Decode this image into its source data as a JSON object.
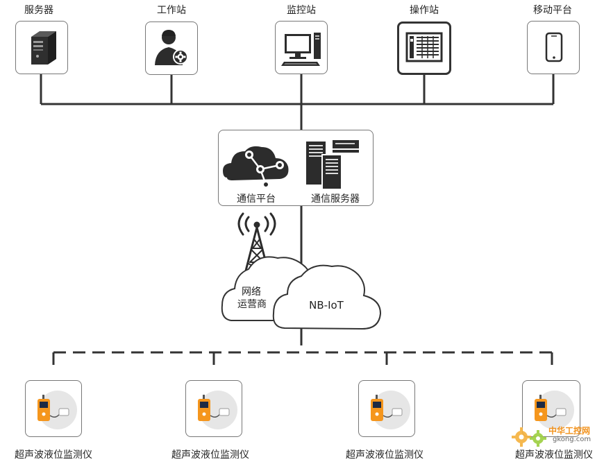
{
  "top_nodes": [
    {
      "label": "服务器",
      "icon": "server-tower-icon"
    },
    {
      "label": "工作站",
      "icon": "user-gear-icon"
    },
    {
      "label": "监控站",
      "icon": "desktop-computer-icon"
    },
    {
      "label": "操作站",
      "icon": "control-panel-icon"
    },
    {
      "label": "移动平台",
      "icon": "smartphone-icon"
    }
  ],
  "platform": {
    "comm_platform_label": "通信平台",
    "comm_server_label": "通信服务器"
  },
  "network": {
    "operator_label_line1": "网络",
    "operator_label_line2": "运营商",
    "nbiot_label": "NB-IoT"
  },
  "sensors": [
    {
      "label": "超声波液位监测仪"
    },
    {
      "label": "超声波液位监测仪"
    },
    {
      "label": "超声波液位监测仪"
    },
    {
      "label": "超声波液位监测仪"
    }
  ],
  "watermark": {
    "line1": "中华工控网",
    "line2": "gkong.com"
  },
  "colors": {
    "line": "#333333",
    "accent_orange": "#f5961d",
    "icon_dark": "#3a3a3a"
  }
}
